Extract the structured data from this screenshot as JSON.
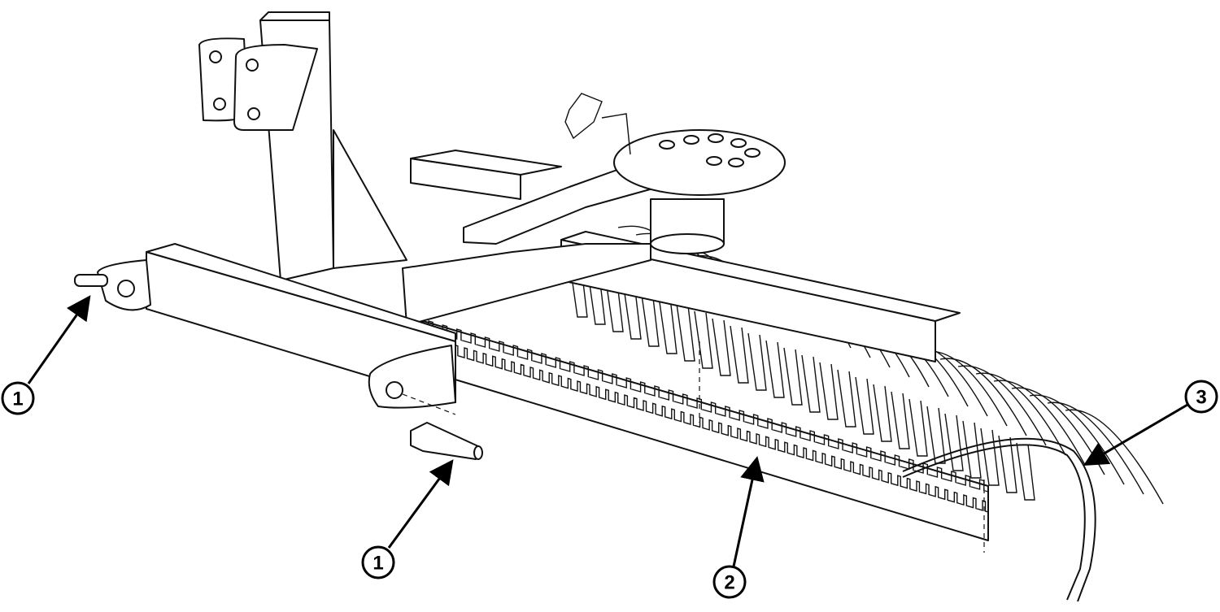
{
  "diagram": {
    "callouts": [
      {
        "id": "callout-1a",
        "label": "1"
      },
      {
        "id": "callout-1b",
        "label": "1"
      },
      {
        "id": "callout-2",
        "label": "2"
      },
      {
        "id": "callout-3",
        "label": "3"
      }
    ]
  }
}
